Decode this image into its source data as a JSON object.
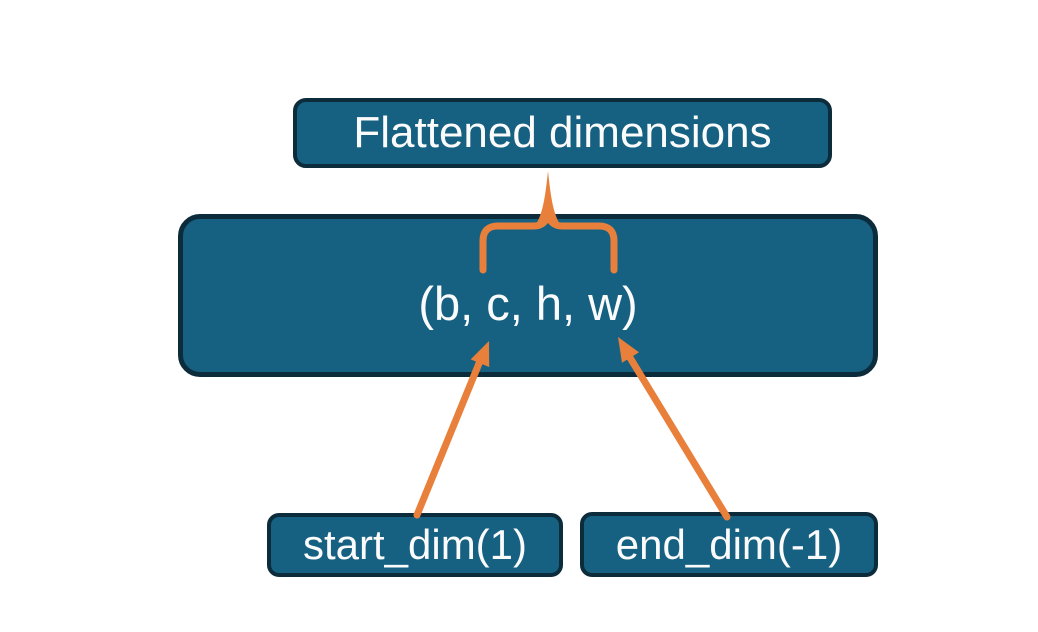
{
  "diagram": {
    "title": "Flattened dimensions",
    "nodes": {
      "flattened": {
        "label": "Flattened dimensions"
      },
      "tensor": {
        "label": "(b, c, h, w)"
      },
      "start_dim": {
        "label": "start_dim(1)"
      },
      "end_dim": {
        "label": "end_dim(-1)"
      }
    }
  },
  "colors": {
    "node_fill": "#166182",
    "node_border": "#0d2c3b",
    "connector": "#e8803c",
    "text_color": "#fbfbfb",
    "background": "#ffffff"
  }
}
